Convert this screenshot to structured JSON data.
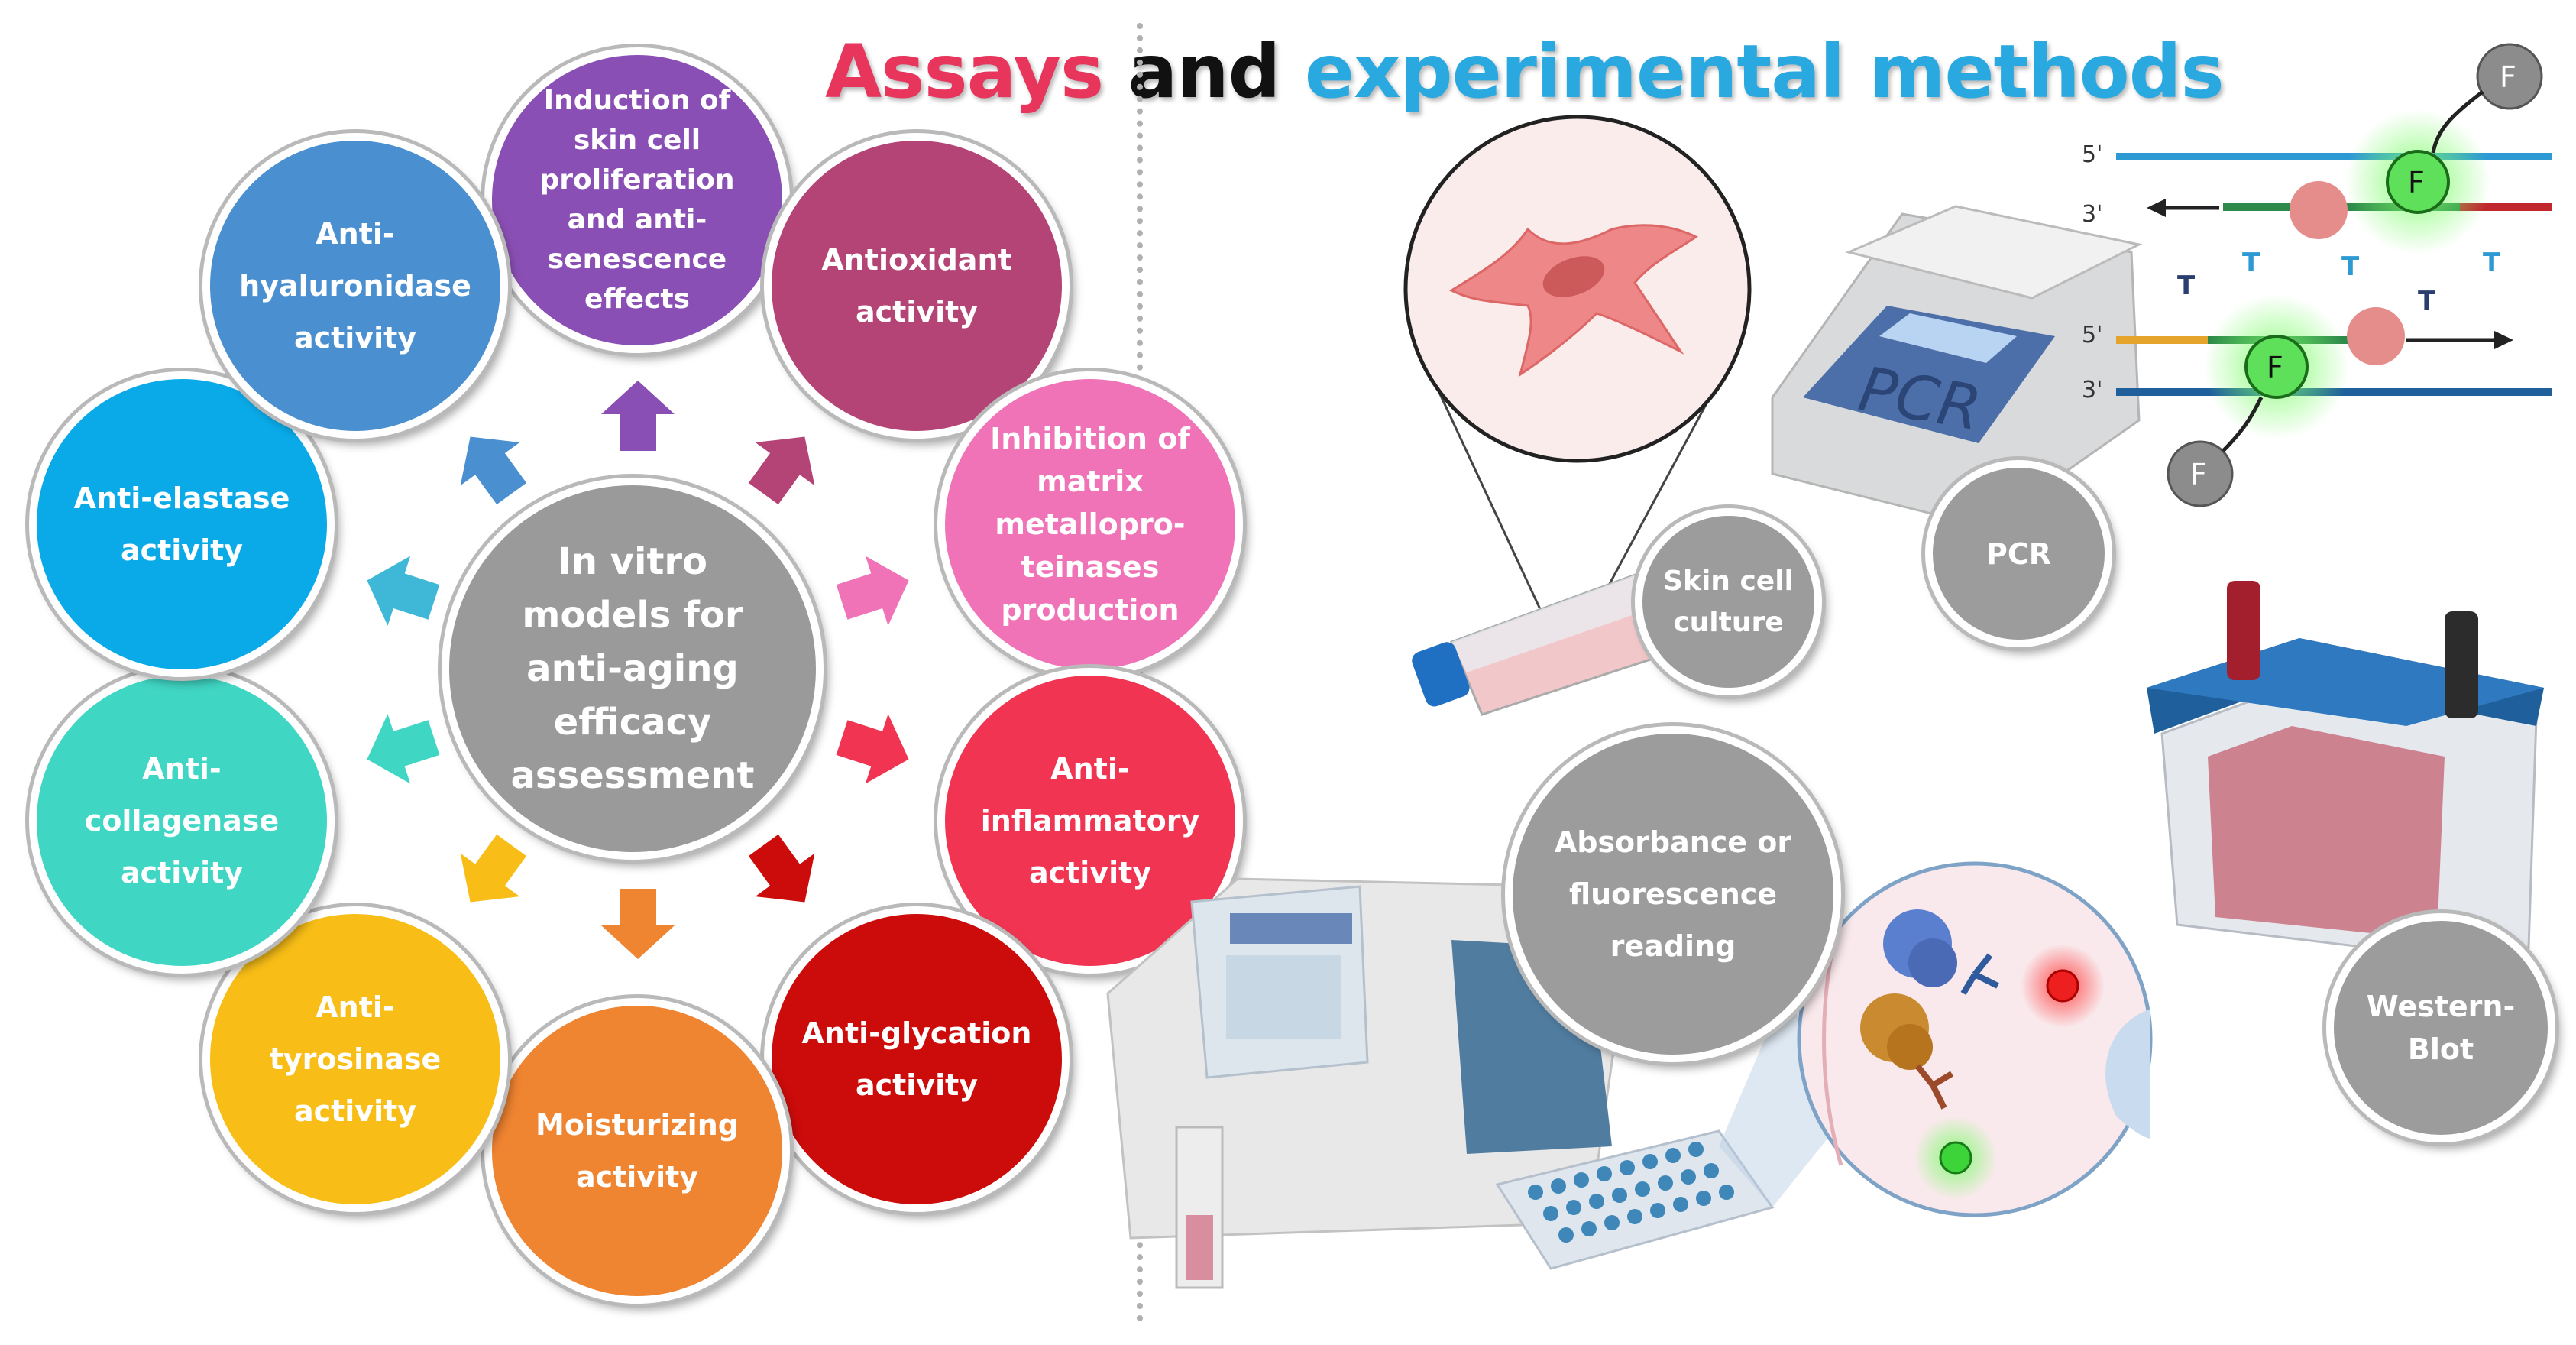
{
  "title": {
    "part1": "Assays",
    "part2": "and",
    "part3": "experimental methods"
  },
  "center": {
    "label": "In vitro\nmodels for\nanti-aging\nefficacy\nassessment"
  },
  "assays": [
    {
      "id": "proliferation",
      "label": "Induction of\nskin cell\nproliferation\nand anti-\nsenescence\neffects",
      "color": "#8a4fb4"
    },
    {
      "id": "antioxidant",
      "label": "Antioxidant\nactivity",
      "color": "#b44476"
    },
    {
      "id": "mmp",
      "label": "Inhibition of\nmatrix\nmetallopro-\nteinases\nproduction",
      "color": "#ef73b6"
    },
    {
      "id": "anti-inflammatory",
      "label": "Anti-\ninflammatory\nactivity",
      "color": "#f03452"
    },
    {
      "id": "anti-glycation",
      "label": "Anti-glycation\nactivity",
      "color": "#cc0b0b"
    },
    {
      "id": "moisturizing",
      "label": "Moisturizing\nactivity",
      "color": "#ef8431"
    },
    {
      "id": "anti-tyrosinase",
      "label": "Anti-\ntyrosinase\nactivity",
      "color": "#f8be17"
    },
    {
      "id": "anti-collagenase",
      "label": "Anti-\ncollagenase\nactivity",
      "color": "#40d6c4"
    },
    {
      "id": "anti-elastase",
      "label": "Anti-elastase\nactivity",
      "color": "#0aaae8"
    },
    {
      "id": "anti-hyaluronidase",
      "label": "Anti-\nhyaluronidase\nactivity",
      "color": "#4a8fd0"
    }
  ],
  "methods": {
    "skin_cell_culture": "Skin cell\nculture",
    "pcr": "PCR",
    "western_blot": "Western-\nBlot",
    "absorbance": "Absorbance or\nfluorescence\nreading"
  },
  "pcr_device_text": "PCR",
  "pcr_diagram": {
    "five_prime": "5'",
    "three_prime": "3'",
    "fluor": "F",
    "base": "T"
  },
  "colors": {
    "title_pink": "#e8355c",
    "title_black": "#111111",
    "title_blue": "#2aa9e0",
    "center": "#9a9a9a",
    "method": "#9c9c9c"
  }
}
